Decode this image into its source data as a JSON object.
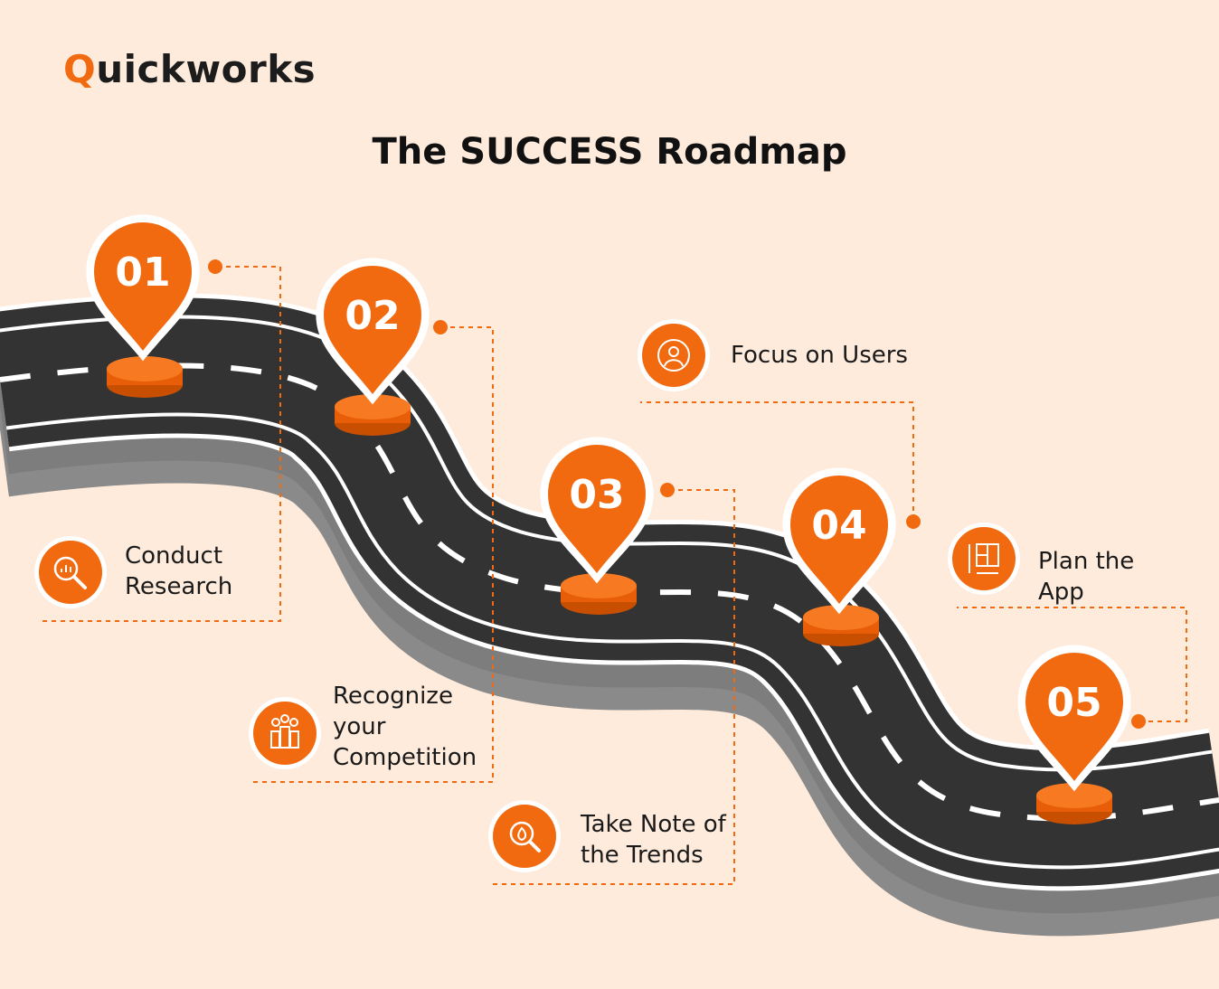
{
  "brand": {
    "q": "Q",
    "rest": "uickworks"
  },
  "title": "The SUCCESS Roadmap",
  "steps": [
    {
      "number": "01",
      "line1": "Conduct",
      "line2": "Research",
      "line3": "",
      "icon": "research-magnifier-icon"
    },
    {
      "number": "02",
      "line1": "Recognize",
      "line2": "your",
      "line3": "Competition",
      "icon": "competition-people-icon"
    },
    {
      "number": "03",
      "line1": "Take Note of",
      "line2": "the Trends",
      "line3": "",
      "icon": "trends-magnifier-icon"
    },
    {
      "number": "04",
      "line1": "Focus on Users",
      "line2": "",
      "line3": "",
      "icon": "user-icon"
    },
    {
      "number": "05",
      "line1": "Plan the",
      "line2": "App",
      "line3": "",
      "icon": "blueprint-icon"
    }
  ],
  "colors": {
    "accent": "#F26A10",
    "road": "#333333",
    "road_side": "#8a8a8a",
    "background": "#FEEBDC"
  }
}
